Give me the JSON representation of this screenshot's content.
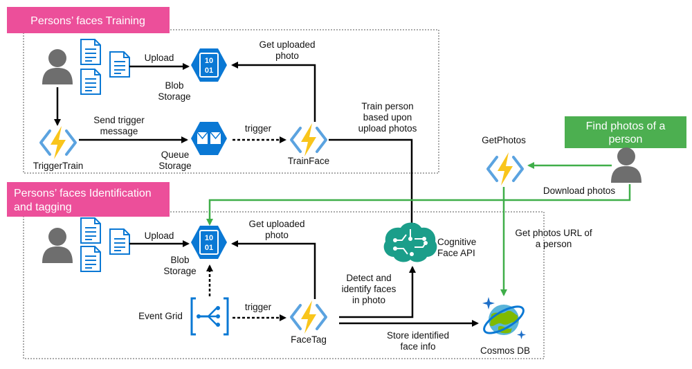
{
  "sections": {
    "training_title": "Persons’ faces Training",
    "identification_title_line1": "Persons’ faces Identification",
    "identification_title_line2": "and tagging",
    "find_photos_line1": "Find photos of a",
    "find_photos_line2": "person"
  },
  "labels": {
    "upload_top": "Upload",
    "blob_top_1": "Blob",
    "blob_top_2": "Storage",
    "get_uploaded_top_1": "Get uploaded",
    "get_uploaded_top_2": "photo",
    "send_trigger_1": "Send trigger",
    "send_trigger_2": "message",
    "queue_1": "Queue",
    "queue_2": "Storage",
    "trigger_top": "trigger",
    "trigger_train": "TriggerTrain",
    "train_face": "TrainFace",
    "train_person_1": "Train person",
    "train_person_2": "based upon",
    "train_person_3": "upload photos",
    "get_photos": "GetPhotos",
    "download_photos": "Download photos",
    "upload_bottom": "Upload",
    "blob_bottom_1": "Blob",
    "blob_bottom_2": "Storage",
    "get_uploaded_bottom_1": "Get uploaded",
    "get_uploaded_bottom_2": "photo",
    "cognitive_1": "Cognitive",
    "cognitive_2": "Face API",
    "get_photos_url_1": "Get photos URL of",
    "get_photos_url_2": "a person",
    "detect_1": "Detect and",
    "detect_2": "identify faces",
    "detect_3": "in photo",
    "event_grid": "Event Grid",
    "trigger_bottom": "trigger",
    "face_tag": "FaceTag",
    "store_1": "Store identified",
    "store_2": "face info",
    "cosmos": "Cosmos DB",
    "blob_icon_1": "10",
    "blob_icon_2": "01"
  },
  "colors": {
    "pink": "#ec4f9a",
    "green": "#4caf50",
    "arrow_green": "#3fae49",
    "azure_blue": "#0a78d4",
    "function_yellow": "#f9c51b",
    "person_gray": "#6e6e6e",
    "cognitive_teal": "#1b9e8a"
  }
}
